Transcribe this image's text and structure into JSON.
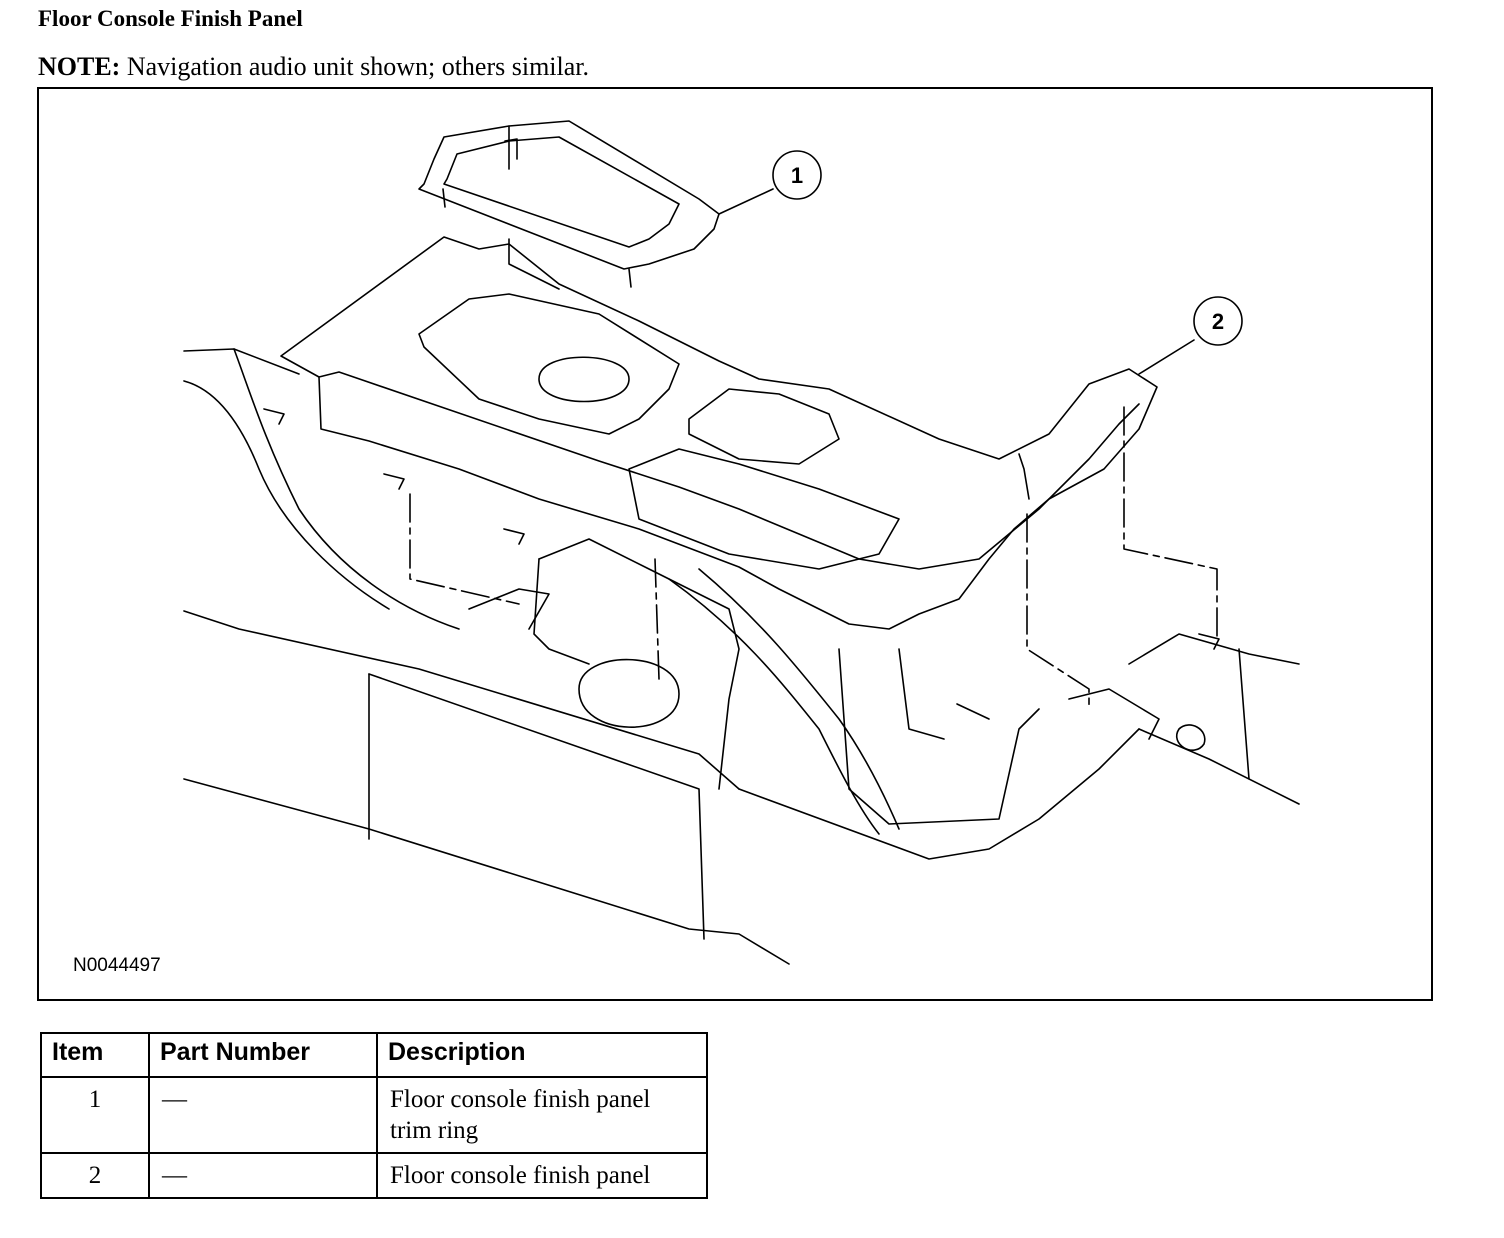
{
  "title": "Floor Console Finish Panel",
  "note": {
    "prefix": "NOTE:",
    "text": " Navigation audio unit shown; others similar."
  },
  "figure": {
    "id": "N0044497",
    "callouts": [
      "1",
      "2"
    ]
  },
  "legend": {
    "headers": [
      "Item",
      "Part Number",
      "Description"
    ],
    "rows": [
      {
        "item": "1",
        "part_number": "—",
        "description_line1": "Floor console finish panel",
        "description_line2": "trim ring"
      },
      {
        "item": "2",
        "part_number": "—",
        "description_line1": "Floor console finish panel",
        "description_line2": ""
      }
    ]
  }
}
